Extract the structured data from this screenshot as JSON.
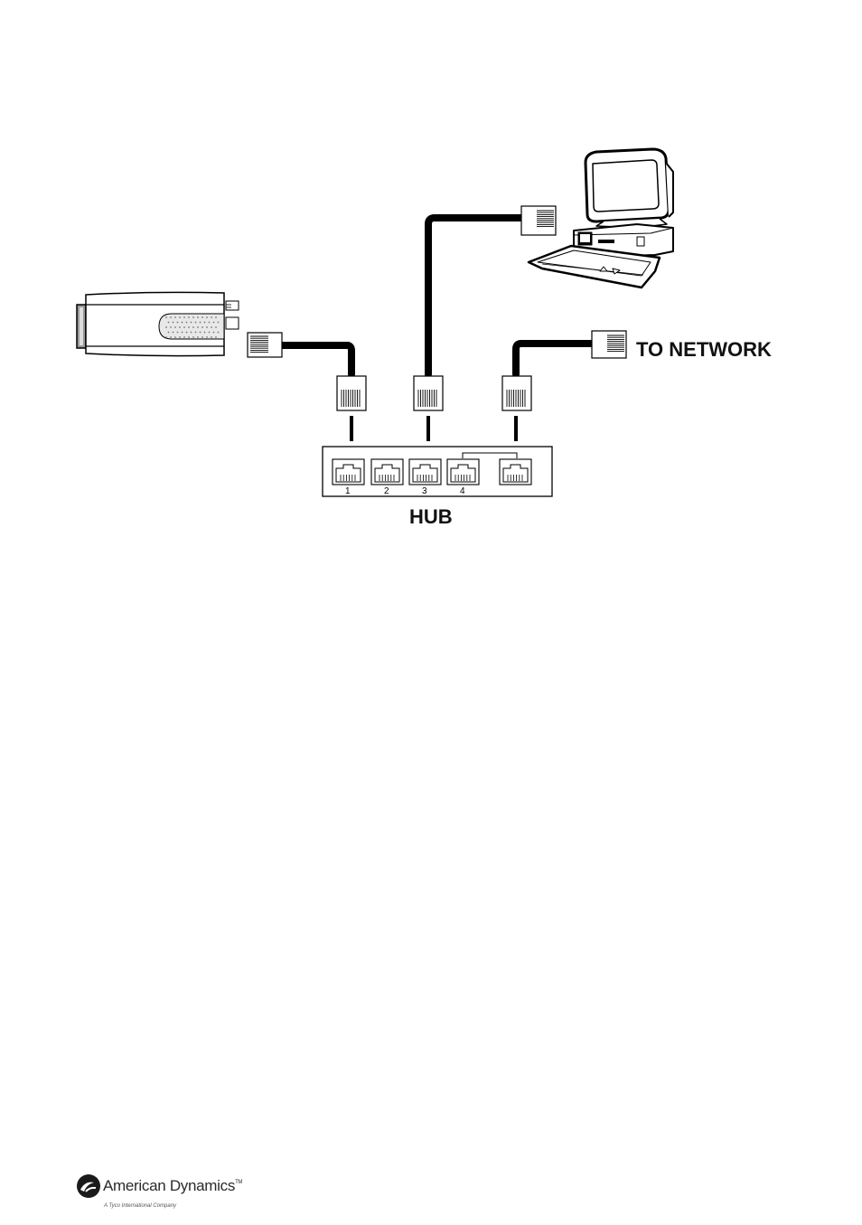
{
  "diagram": {
    "title": "Network connection diagram",
    "labels": {
      "to_network": "TO NETWORK",
      "hub": "HUB"
    },
    "hub_ports": [
      "1",
      "2",
      "3",
      "4",
      ""
    ],
    "devices": [
      "camera",
      "computer",
      "network"
    ],
    "connections": [
      {
        "from": "camera",
        "to_port": "1"
      },
      {
        "from": "computer",
        "to_port": "3"
      },
      {
        "from": "network",
        "to_port": "uplink"
      }
    ]
  },
  "footer": {
    "brand": "American Dynamics",
    "trademark": "TM",
    "tagline": "A Tyco International Company"
  }
}
